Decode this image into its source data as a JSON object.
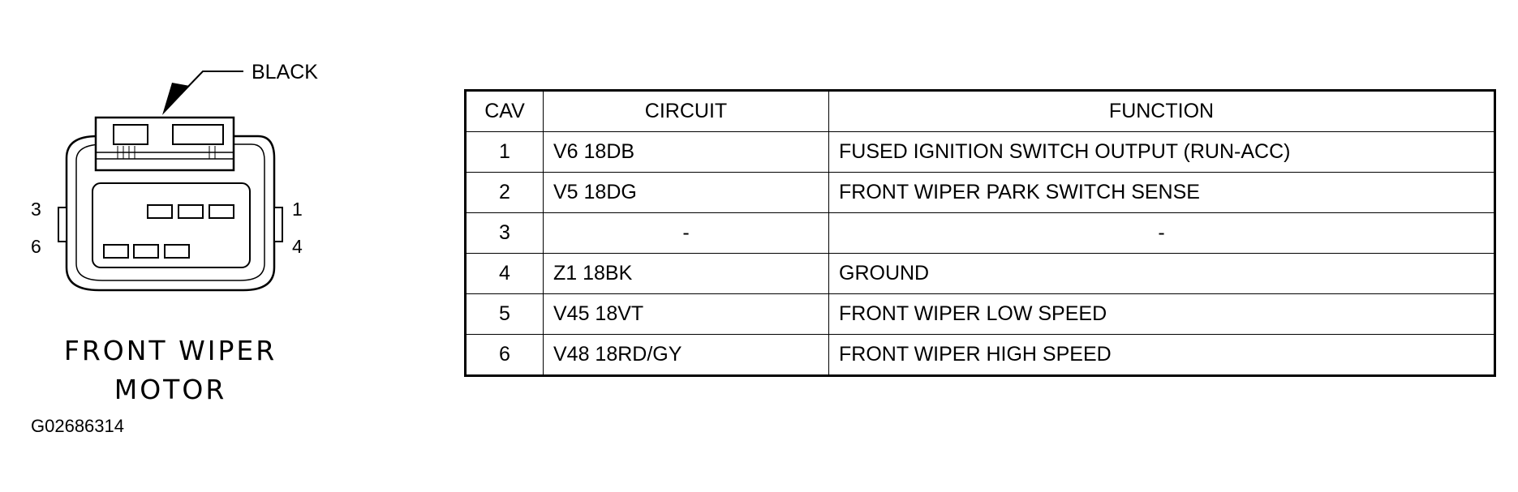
{
  "connector": {
    "color_label": "BLACK",
    "left_pin_labels": [
      "3",
      "6"
    ],
    "right_pin_labels": [
      "1",
      "4"
    ],
    "title_line1": "FRONT WIPER",
    "title_line2": "MOTOR"
  },
  "figure_id": "G02686314",
  "table": {
    "headers": {
      "cav": "CAV",
      "circuit": "CIRCUIT",
      "function": "FUNCTION"
    },
    "rows": [
      {
        "cav": "1",
        "circuit": "V6 18DB",
        "function": "FUSED IGNITION SWITCH OUTPUT (RUN-ACC)"
      },
      {
        "cav": "2",
        "circuit": "V5 18DG",
        "function": "FRONT WIPER PARK SWITCH SENSE"
      },
      {
        "cav": "3",
        "circuit": "-",
        "function": "-"
      },
      {
        "cav": "4",
        "circuit": "Z1 18BK",
        "function": "GROUND"
      },
      {
        "cav": "5",
        "circuit": "V45 18VT",
        "function": "FRONT WIPER LOW SPEED"
      },
      {
        "cav": "6",
        "circuit": "V48 18RD/GY",
        "function": "FRONT WIPER HIGH SPEED"
      }
    ]
  }
}
